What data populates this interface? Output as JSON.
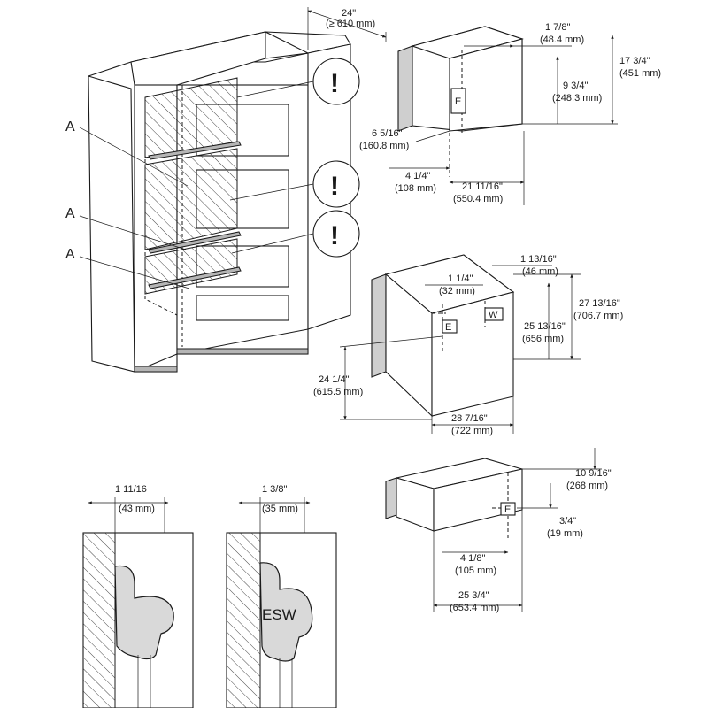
{
  "overview": {
    "depth_in": "24\"",
    "depth_mm": "(≥ 610 mm)",
    "label_a": "A",
    "warning_symbol": "!"
  },
  "warming_drawer_top": {
    "d1_in": "1 7/8\"",
    "d1_mm": "(48.4 mm)",
    "d2_in": "17 3/4\"",
    "d2_mm": "(451 mm)",
    "d3_in": "9 3/4\"",
    "d3_mm": "(248.3 mm)",
    "d4_in": "6 5/16\"",
    "d4_mm": "(160.8 mm)",
    "d5_in": "4 1/4\"",
    "d5_mm": "(108 mm)",
    "d6_in": "21 11/16\"",
    "d6_mm": "(550.4 mm)",
    "socket": "E"
  },
  "oven": {
    "d1_in": "1 13/16\"",
    "d1_mm": "(46 mm)",
    "d2_in": "1 1/4\"",
    "d2_mm": "(32 mm)",
    "d3_in": "27 13/16\"",
    "d3_mm": "(706.7 mm)",
    "d4_in": "25 13/16\"",
    "d4_mm": "(656 mm)",
    "d5_in": "24 1/4\"",
    "d5_mm": "(615.5 mm)",
    "d6_in": "28 7/16\"",
    "d6_mm": "(722 mm)",
    "socket_e": "E",
    "socket_w": "W"
  },
  "drawer_bottom": {
    "d1_in": "10 9/16\"",
    "d1_mm": "(268 mm)",
    "d2_in": "3/4\"",
    "d2_mm": "(19 mm)",
    "d3_in": "4 1/8\"",
    "d3_mm": "(105 mm)",
    "d4_in": "25 3/4\"",
    "d4_mm": "(653.4 mm)",
    "socket": "E"
  },
  "detail_left": {
    "dim_in": "1 11/16",
    "dim_mm": "(43 mm)"
  },
  "detail_right": {
    "dim_in": "1 3/8\"",
    "dim_mm": "(35 mm)",
    "plug_label": "ESW"
  }
}
